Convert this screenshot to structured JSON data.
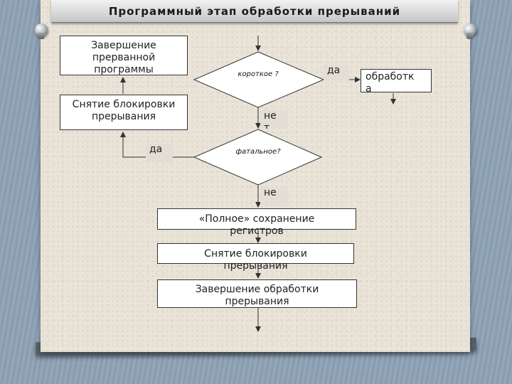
{
  "slide": {
    "title": "Программный этап обработки прерываний"
  },
  "flowchart": {
    "decision_short": "короткое ?",
    "decision_fatal": "фатальное?",
    "label_yes_short": "да",
    "label_no_short": "не\nт",
    "label_yes_fatal": "да",
    "label_no_fatal": "не",
    "box_processing": "обработк\nа",
    "box_finish_interrupted": "Завершение\nпрерванной\nпрограммы",
    "box_unlock_left": "Снятие блокировки\nпрерывания",
    "box_full_save": "«Полное» сохранение\nрегистров",
    "box_unlock_bottom": "Снятие блокировки\nпрерывания",
    "box_finish_processing": "Завершение обработки\nпрерывания"
  }
}
